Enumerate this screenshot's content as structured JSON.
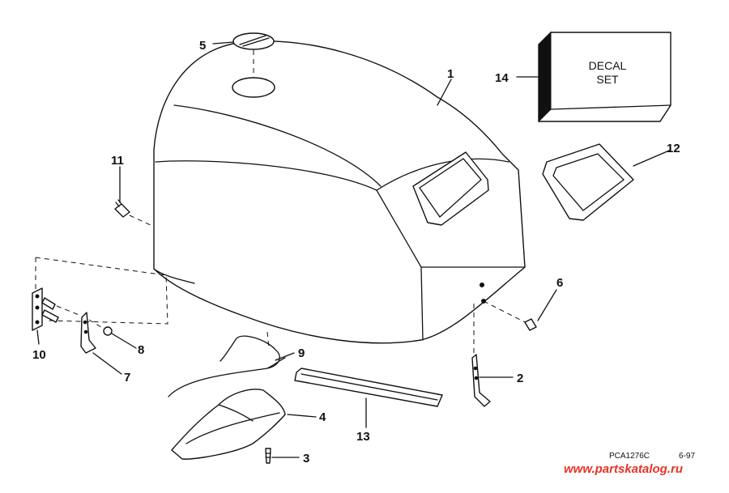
{
  "callouts": {
    "c1": "1",
    "c2": "2",
    "c3": "3",
    "c4": "4",
    "c5": "5",
    "c6": "6",
    "c7": "7",
    "c8": "8",
    "c9": "9",
    "c10": "10",
    "c11": "11",
    "c12": "12",
    "c13": "13",
    "c14": "14"
  },
  "decal": {
    "line1": "DECAL",
    "line2": "SET"
  },
  "drawing_code": "PCA1276C",
  "drawing_date": "6-97",
  "watermark": "www.partskatalog.ru"
}
